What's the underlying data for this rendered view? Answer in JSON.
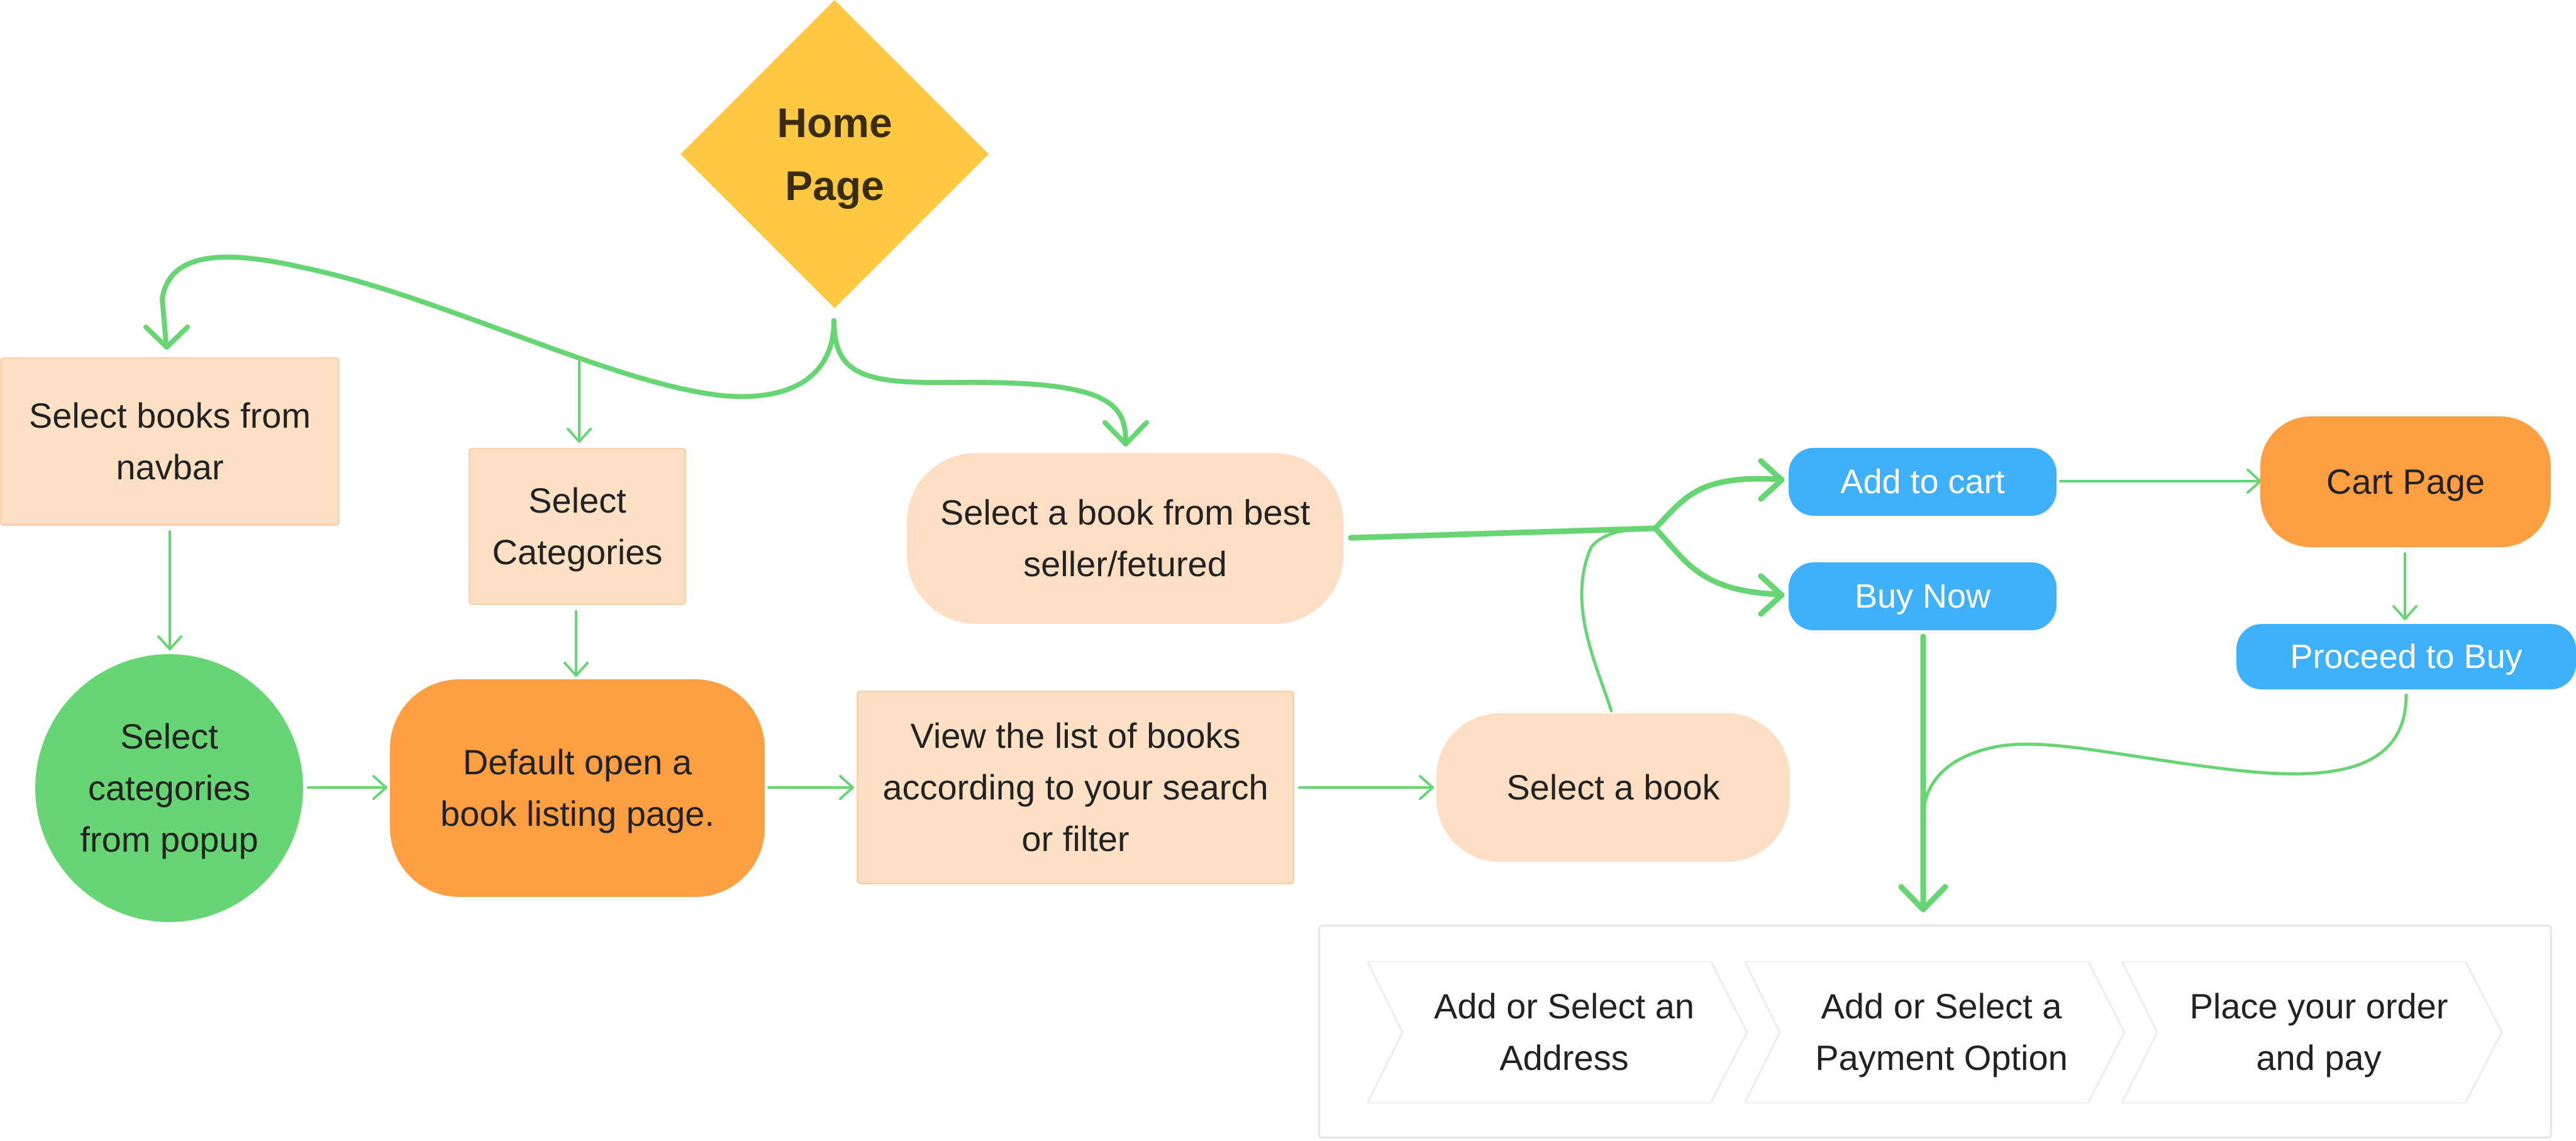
{
  "colors": {
    "connector": "#67d574",
    "home_diamond": "#fec843",
    "light_box": "#fee0c5",
    "orange_box": "#fe9f44",
    "blue_button": "#3fb0fc",
    "green_circle": "#67d574"
  },
  "home": {
    "line1": "Home",
    "line2": "Page"
  },
  "nodes": {
    "navbar": {
      "line1": "Select books from",
      "line2": "navbar"
    },
    "categories": {
      "line1": "Select",
      "line2": "Categories"
    },
    "bestseller": {
      "line1": "Select a book from best",
      "line2": "seller/fetured"
    },
    "popup": {
      "line1": "Select",
      "line2": "categories",
      "line3": "from popup"
    },
    "listing": {
      "line1": "Default open a",
      "line2": "book listing page."
    },
    "view_list": {
      "line1": "View the list of books",
      "line2": "according to your search",
      "line3": "or filter"
    },
    "select_book": {
      "label": "Select a book"
    },
    "add_to_cart": {
      "label": "Add to cart"
    },
    "buy_now": {
      "label": "Buy Now"
    },
    "cart_page": {
      "label": "Cart Page"
    },
    "proceed": {
      "label": "Proceed to Buy"
    }
  },
  "checkout_steps": [
    {
      "line1": "Add or Select an",
      "line2": "Address"
    },
    {
      "line1": "Add or Select a",
      "line2": "Payment Option"
    },
    {
      "line1": "Place your order",
      "line2": "and pay"
    }
  ]
}
